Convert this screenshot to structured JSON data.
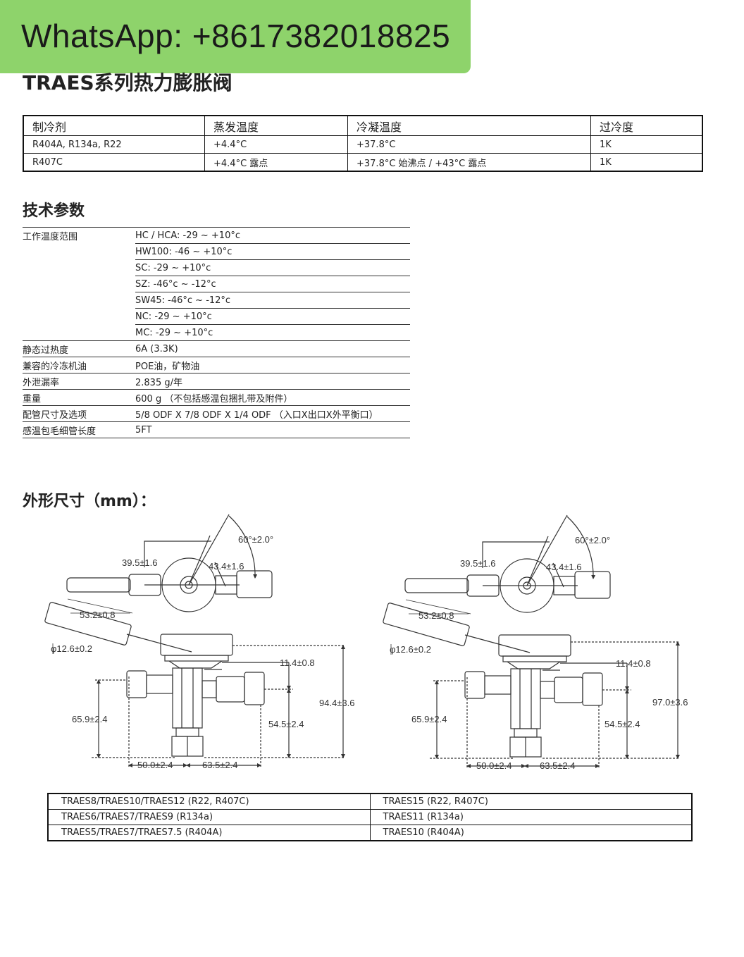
{
  "watermark": {
    "text": "WhatsApp: +8617382018825"
  },
  "page_title": "TRAES系列热力膨胀阀",
  "conditions_table": {
    "headers": [
      "制冷剂",
      "蒸发温度",
      "冷凝温度",
      "过冷度"
    ],
    "rows": [
      [
        "R404A, R134a, R22",
        "+4.4°C",
        "+37.8°C",
        "1K"
      ],
      [
        "R407C",
        "+4.4°C 露点",
        "+37.8°C 始沸点 / +43°C  露点",
        "1K"
      ]
    ]
  },
  "tech_params": {
    "title": "技术参数",
    "temp_range_label": "工作温度范围",
    "temp_ranges": [
      "HC / HCA: -29 ~ +10°c",
      "HW100: -46 ~ +10°c",
      "SC: -29 ~ +10°c",
      "SZ: -46°c  ~ -12°c",
      "SW45: -46°c  ~ -12°c",
      "NC: -29 ~ +10°c",
      "MC: -29 ~ +10°c"
    ],
    "rows": [
      {
        "label": "静态过热度",
        "value": "6A (3.3K)"
      },
      {
        "label": "兼容的冷冻机油",
        "value": "POE油，矿物油"
      },
      {
        "label": "外泄漏率",
        "value": "2.835 g/年"
      },
      {
        "label": "重量",
        "value": "600 g （不包括感温包捆扎带及附件）"
      },
      {
        "label": "配管尺寸及选项",
        "value": "5/8 ODF X 7/8 ODF X 1/4 ODF （入口X出口X外平衡口）"
      },
      {
        "label": "感温包毛细管长度",
        "value": "5FT"
      }
    ]
  },
  "dimensions": {
    "title": "外形尺寸（mm）：",
    "left": {
      "angle": "60°±2.0°",
      "inlet_len": "39.5±1.6",
      "outlet_len": "43.4±1.6",
      "bulb_len": "53.2±0.8",
      "bulb_dia": "φ12.6±0.2",
      "equalizer": "11.4±0.8",
      "total_height": "94.4±3.6",
      "left_height": "65.9±2.4",
      "right_height": "54.5±2.4",
      "bottom_left": "50.0±2.4",
      "bottom_right": "63.5±2.4"
    },
    "right": {
      "angle": "60°±2.0°",
      "inlet_len": "39.5±1.6",
      "outlet_len": "43.4±1.6",
      "bulb_len": "53.2±0.8",
      "bulb_dia": "φ12.6±0.2",
      "equalizer": "11.4±0.8",
      "total_height": "97.0±3.6",
      "left_height": "65.9±2.4",
      "right_height": "54.5±2.4",
      "bottom_left": "50.0±2.4",
      "bottom_right": "63.5±2.4"
    }
  },
  "models_table": {
    "rows": [
      [
        "TRAES8/TRAES10/TRAES12 (R22, R407C)",
        "TRAES15 (R22, R407C)"
      ],
      [
        "TRAES6/TRAES7/TRAES9 (R134a)",
        "TRAES11 (R134a)"
      ],
      [
        "TRAES5/TRAES7/TRAES7.5 (R404A)",
        "TRAES10 (R404A)"
      ]
    ]
  }
}
